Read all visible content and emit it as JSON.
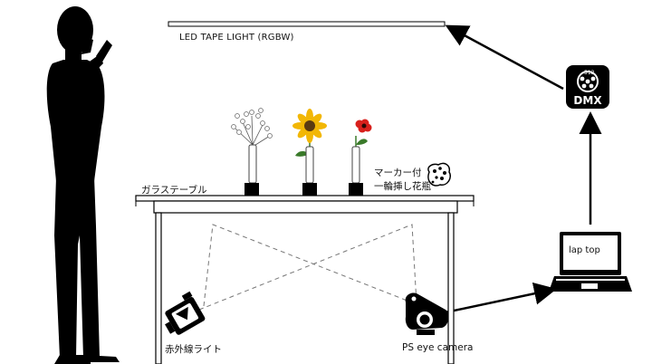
{
  "labels": {
    "led_tape": "LED TAPE LIGHT (RGBW)",
    "glass_table": "ガラステーブル",
    "vase_line1": "マーカー付",
    "vase_line2": "一輪挿し花瓶",
    "ir_light": "赤外線ライト",
    "ps_eye": "PS eye camera",
    "laptop": "lap top",
    "dmx": "DMX",
    "dmx_pin": "512"
  },
  "icons": [
    "person-silhouette-icon",
    "led-bar-icon",
    "flower-vase-icon",
    "marker-icon",
    "ir-light-icon",
    "camera-icon",
    "laptop-icon",
    "dmx-connector-icon"
  ],
  "colors": {
    "ink": "#000000",
    "background": "#ffffff",
    "flower_red": "#d8201c",
    "flower_yellow": "#f2b705"
  }
}
